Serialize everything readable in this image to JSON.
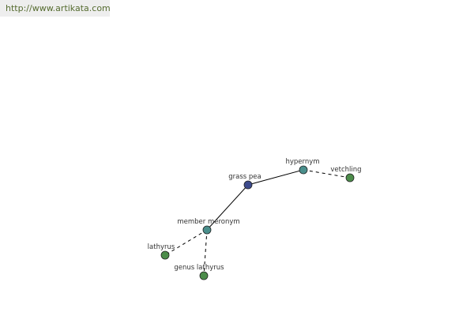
{
  "banner": {
    "url_text": "http://www.artikata.com",
    "text_color": "#556b2f",
    "background": "#eeeeee"
  },
  "graph": {
    "edge_color": "#000000",
    "nodes": [
      {
        "id": "grass-pea",
        "label": "grass pea",
        "fill": "#3c4a8c",
        "role": "main"
      },
      {
        "id": "hypernym",
        "label": "hypernym",
        "fill": "#4a8f8c",
        "role": "relation"
      },
      {
        "id": "vetchling",
        "label": "vetchling",
        "fill": "#4c8c4a",
        "role": "term"
      },
      {
        "id": "member-meronym",
        "label": "member meronym",
        "fill": "#4a8f8c",
        "role": "relation"
      },
      {
        "id": "lathyrus",
        "label": "lathyrus",
        "fill": "#4c8c4a",
        "role": "term"
      },
      {
        "id": "genus-lathyrus",
        "label": "genus lathyrus",
        "fill": "#4c8c4a",
        "role": "term"
      }
    ],
    "edges": [
      {
        "from": "grass-pea",
        "to": "hypernym",
        "style": "solid"
      },
      {
        "from": "hypernym",
        "to": "vetchling",
        "style": "dashed"
      },
      {
        "from": "grass-pea",
        "to": "member-meronym",
        "style": "solid"
      },
      {
        "from": "member-meronym",
        "to": "lathyrus",
        "style": "dashed"
      },
      {
        "from": "member-meronym",
        "to": "genus-lathyrus",
        "style": "dashed"
      }
    ]
  }
}
